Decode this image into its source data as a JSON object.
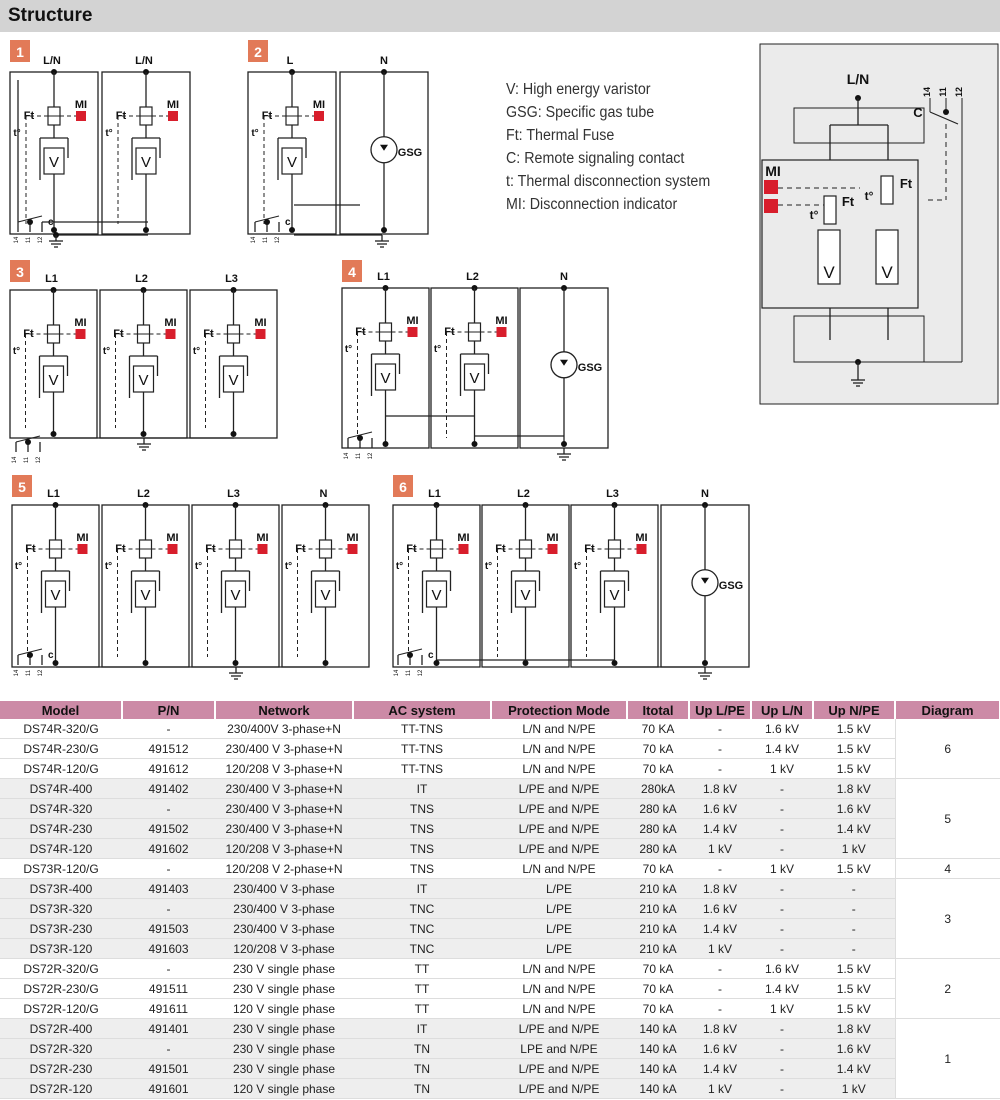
{
  "header": {
    "title": "Structure"
  },
  "legend": {
    "items": [
      "V: High energy varistor",
      "GSG: Specific gas tube",
      "Ft: Thermal Fuse",
      "C: Remote signaling contact",
      "t: Thermal disconnection system",
      "MI: Disconnection indicator"
    ]
  },
  "diagram_labels": {
    "numbers": [
      "1",
      "2",
      "3",
      "4",
      "5",
      "6"
    ],
    "ln": "L/N",
    "l": "L",
    "n": "N",
    "l1": "L1",
    "l2": "L2",
    "l3": "L3",
    "ft": "Ft",
    "mi": "MI",
    "t": "t°",
    "v": "V",
    "gsg": "GSG",
    "c": "C",
    "c_small": "c",
    "pins": [
      "14",
      "11",
      "12"
    ]
  },
  "colors": {
    "accent_badge": "#e27a58",
    "indicator": "#d81e2c",
    "table_header": "#cc8aa6"
  },
  "table": {
    "columns": [
      "Model",
      "P/N",
      "Network",
      "AC system",
      "Protection Mode",
      "Itotal",
      "Up L/PE",
      "Up L/N",
      "Up N/PE",
      "Diagram"
    ],
    "rows": [
      [
        "DS74R-320/G",
        "-",
        "230/400V 3-phase+N",
        "TT-TNS",
        "L/N and N/PE",
        "70 KA",
        "-",
        "1.6 kV",
        "1.5 kV"
      ],
      [
        "DS74R-230/G",
        "491512",
        "230/400 V 3-phase+N",
        "TT-TNS",
        "L/N and N/PE",
        "70 kA",
        "-",
        "1.4 kV",
        "1.5 kV"
      ],
      [
        "DS74R-120/G",
        "491612",
        "120/208 V 3-phase+N",
        "TT-TNS",
        "L/N and N/PE",
        "70 kA",
        "-",
        "1 kV",
        "1.5 kV"
      ],
      [
        "DS74R-400",
        "491402",
        "230/400 V 3-phase+N",
        "IT",
        "L/PE and N/PE",
        "280kA",
        "1.8 kV",
        "-",
        "1.8 kV"
      ],
      [
        "DS74R-320",
        "-",
        "230/400 V 3-phase+N",
        "TNS",
        "L/PE and N/PE",
        "280 kA",
        "1.6 kV",
        "-",
        "1.6 kV"
      ],
      [
        "DS74R-230",
        "491502",
        "230/400 V  3-phase+N",
        "TNS",
        "L/PE and N/PE",
        "280 kA",
        "1.4 kV",
        "-",
        "1.4 kV"
      ],
      [
        "DS74R-120",
        "491602",
        "120/208 V 3-phase+N",
        "TNS",
        "L/PE and N/PE",
        "280 kA",
        "1 kV",
        "-",
        "1 kV"
      ],
      [
        "DS73R-120/G",
        "-",
        "120/208 V 2-phase+N",
        "TNS",
        "L/N and N/PE",
        "70 kA",
        "-",
        "1 kV",
        "1.5 kV"
      ],
      [
        "DS73R-400",
        "491403",
        "230/400 V 3-phase",
        "IT",
        "L/PE",
        "210 kA",
        "1.8 kV",
        "-",
        "-"
      ],
      [
        "DS73R-320",
        "-",
        "230/400 V 3-phase",
        "TNC",
        "L/PE",
        "210 kA",
        "1.6 kV",
        "-",
        "-"
      ],
      [
        "DS73R-230",
        "491503",
        "230/400 V 3-phase",
        "TNC",
        "L/PE",
        "210 kA",
        "1.4 kV",
        "-",
        "-"
      ],
      [
        "DS73R-120",
        "491603",
        "120/208 V 3-phase",
        "TNC",
        "L/PE",
        "210 kA",
        "1 kV",
        "-",
        "-"
      ],
      [
        "DS72R-320/G",
        "-",
        "230 V single phase",
        "TT",
        "L/N and N/PE",
        "70 kA",
        "-",
        "1.6 kV",
        "1.5 kV"
      ],
      [
        "DS72R-230/G",
        "491511",
        "230 V single phase",
        "TT",
        "L/N and N/PE",
        "70 kA",
        "-",
        "1.4 kV",
        "1.5 kV"
      ],
      [
        "DS72R-120/G",
        "491611",
        "120 V single phase",
        "TT",
        "L/N and N/PE",
        "70 kA",
        "-",
        "1 kV",
        "1.5 kV"
      ],
      [
        "DS72R-400",
        "491401",
        "230 V single phase",
        "IT",
        "L/PE and N/PE",
        "140 kA",
        "1.8 kV",
        "-",
        "1.8 kV"
      ],
      [
        "DS72R-320",
        "-",
        "230 V single phase",
        "TN",
        "LPE and N/PE",
        "140 kA",
        "1.6 kV",
        "-",
        "1.6 kV"
      ],
      [
        "DS72R-230",
        "491501",
        "230 V single phase",
        "TN",
        "L/PE and N/PE",
        "140 kA",
        "1.4 kV",
        "-",
        "1.4 kV"
      ],
      [
        "DS72R-120",
        "491601",
        "120 V single phase",
        "TN",
        "L/PE and N/PE",
        "140 kA",
        "1 kV",
        "-",
        "1 kV"
      ]
    ],
    "diagram_groups": [
      {
        "value": "6",
        "start": 0,
        "span": 3
      },
      {
        "value": "5",
        "start": 3,
        "span": 4
      },
      {
        "value": "4",
        "start": 7,
        "span": 1
      },
      {
        "value": "3",
        "start": 8,
        "span": 4
      },
      {
        "value": "2",
        "start": 12,
        "span": 3
      },
      {
        "value": "1",
        "start": 15,
        "span": 4
      }
    ]
  }
}
